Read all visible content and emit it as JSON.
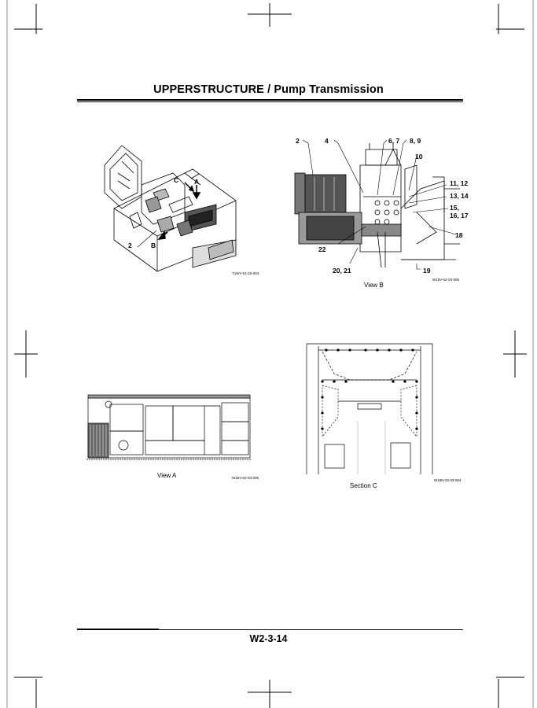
{
  "header": {
    "title": "UPPERSTRUCTURE / Pump Transmission"
  },
  "footer": {
    "page_number": "W2-3-14"
  },
  "figure1": {
    "labels": [
      "C",
      "A",
      "2",
      "B"
    ],
    "code": "T1WV-01-03-003"
  },
  "figure2": {
    "labels": [
      "2",
      "4",
      "6, 7",
      "8, 9",
      "10",
      "11, 12",
      "13, 14",
      "15,",
      "16, 17",
      "18",
      "19",
      "20, 21",
      "22"
    ],
    "caption": "View B",
    "code": "W18V-02-03-006"
  },
  "figure3": {
    "caption": "View A",
    "code": "W18V-02-03-005"
  },
  "figure4": {
    "caption": "Section C",
    "code": "W18N-02-03-004"
  }
}
